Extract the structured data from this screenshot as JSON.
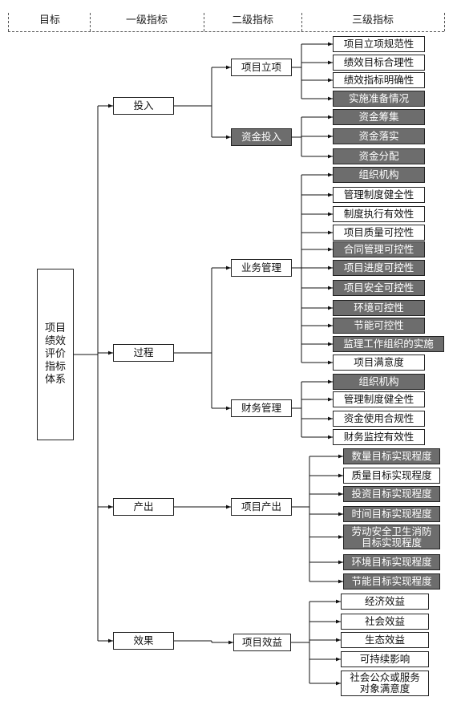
{
  "header": {
    "col1": "目标",
    "col2": "一级指标",
    "col3": "二级指标",
    "col4": "三级指标"
  },
  "root": {
    "label": "项目\n绩效\n评价\n指标\n体系",
    "children": [
      {
        "label": "投入",
        "children": [
          {
            "label": "项目立项",
            "highlight": false,
            "children": [
              {
                "label": "项目立项规范性",
                "highlight": false
              },
              {
                "label": "绩效目标合理性",
                "highlight": false
              },
              {
                "label": "绩效指标明确性",
                "highlight": false
              },
              {
                "label": "实施准备情况",
                "highlight": true
              }
            ]
          },
          {
            "label": "资金投入",
            "highlight": true,
            "children": [
              {
                "label": "资金筹集",
                "highlight": true
              },
              {
                "label": "资金落实",
                "highlight": true
              },
              {
                "label": "资金分配",
                "highlight": true
              }
            ]
          }
        ]
      },
      {
        "label": "过程",
        "children": [
          {
            "label": "业务管理",
            "highlight": false,
            "children": [
              {
                "label": "组织机构",
                "highlight": true
              },
              {
                "label": "管理制度健全性",
                "highlight": false
              },
              {
                "label": "制度执行有效性",
                "highlight": false
              },
              {
                "label": "项目质量可控性",
                "highlight": false
              },
              {
                "label": "合同管理可控性",
                "highlight": true
              },
              {
                "label": "项目进度可控性",
                "highlight": true
              },
              {
                "label": "项目安全可控性",
                "highlight": true
              },
              {
                "label": "环境可控性",
                "highlight": true
              },
              {
                "label": "节能可控性",
                "highlight": true
              },
              {
                "label": "监理工作组织的实施",
                "highlight": true
              },
              {
                "label": "项目满意度",
                "highlight": false
              }
            ]
          },
          {
            "label": "财务管理",
            "highlight": false,
            "children": [
              {
                "label": "组织机构",
                "highlight": true
              },
              {
                "label": "管理制度健全性",
                "highlight": false
              },
              {
                "label": "资金使用合规性",
                "highlight": false
              },
              {
                "label": "财务监控有效性",
                "highlight": false
              }
            ]
          }
        ]
      },
      {
        "label": "产出",
        "children": [
          {
            "label": "项目产出",
            "highlight": false,
            "children": [
              {
                "label": "数量目标实现程度",
                "highlight": true
              },
              {
                "label": "质量目标实现程度",
                "highlight": false
              },
              {
                "label": "投资目标实现程度",
                "highlight": true
              },
              {
                "label": "时间目标实现程度",
                "highlight": true
              },
              {
                "label": "劳动安全卫生消防\n目标实现程度",
                "highlight": true
              },
              {
                "label": "环境目标实现程度",
                "highlight": true
              },
              {
                "label": "节能目标实现程度",
                "highlight": true
              }
            ]
          }
        ]
      },
      {
        "label": "效果",
        "children": [
          {
            "label": "项目效益",
            "highlight": false,
            "children": [
              {
                "label": "经济效益",
                "highlight": false
              },
              {
                "label": "社会效益",
                "highlight": false
              },
              {
                "label": "生态效益",
                "highlight": false
              },
              {
                "label": "可持续影响",
                "highlight": false
              },
              {
                "label": "社会公众或服务\n对象满意度",
                "highlight": false
              }
            ]
          }
        ]
      }
    ]
  }
}
